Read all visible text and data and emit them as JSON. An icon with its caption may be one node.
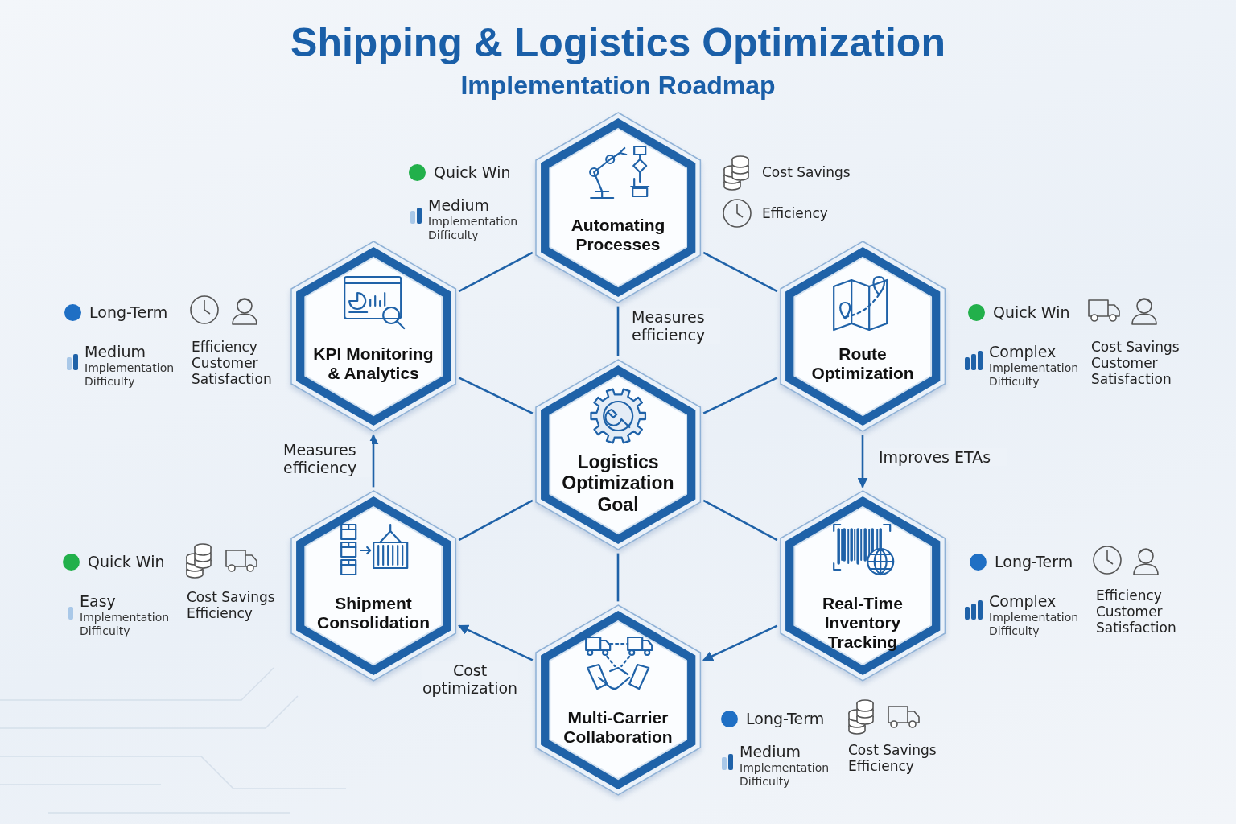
{
  "diagram": {
    "title": "Shipping & Logistics Optimization",
    "nodes": [
      {
        "text": [
          "Automating Processes"
        ],
        "beside": [
          "Quick Win",
          "Medium",
          "Implementation Difficulty",
          "Cost Savings",
          "Efficiency"
        ]
      },
      {
        "text": [
          "KPI Monitoring & Analytics"
        ],
        "beside": [
          "Long-Term",
          "Medium",
          "Implementation Difficulty",
          "Efficiency",
          "Customer Satisfaction"
        ]
      },
      {
        "text": [
          "Route Optimization"
        ],
        "beside": [
          "Quick Win",
          "Complex",
          "Implementation Difficulty",
          "Cost Savings",
          "Customer Satisfaction"
        ]
      },
      {
        "text": [
          "Logistics Optimization Goal"
        ]
      },
      {
        "text": [
          "Shipment Consolidation"
        ],
        "beside": [
          "Quick Win",
          "Easy",
          "Implementation Difficulty",
          "Cost Savings",
          "Efficiency"
        ]
      },
      {
        "text": [
          "Real-Time Inventory Tracking"
        ],
        "beside": [
          "Long-Term",
          "Complex",
          "Implementation Difficulty",
          "Efficiency",
          "Customer Satisfaction"
        ]
      },
      {
        "text": [
          "Multi-Carrier Collaboration"
        ],
        "beside": [
          "Long-Term",
          "Medium",
          "Implementation Difficulty",
          "Cost Savings",
          "Efficiency"
        ]
      }
    ],
    "edges": [
      {
        "from": 0,
        "to": 1,
        "arrow": "none"
      },
      {
        "from": 0,
        "to": 2,
        "arrow": "none"
      },
      {
        "from": 0,
        "to": 3,
        "arrow": "none",
        "label": "Measures efficiency"
      },
      {
        "from": 1,
        "to": 3,
        "arrow": "none"
      },
      {
        "from": 2,
        "to": 3,
        "arrow": "none"
      },
      {
        "from": 2,
        "to": 5,
        "arrow": "to",
        "label": "Improves ETAs"
      },
      {
        "from": 3,
        "to": 4,
        "arrow": "none"
      },
      {
        "from": 3,
        "to": 5,
        "arrow": "none"
      },
      {
        "from": 3,
        "to": 6,
        "arrow": "none"
      },
      {
        "from": 5,
        "to": 6,
        "arrow": "to"
      },
      {
        "from": 6,
        "to": 4,
        "arrow": "to",
        "label": "Cost optimization"
      },
      {
        "from": 4,
        "to": 1,
        "arrow": "to",
        "label": "Measures efficiency"
      }
    ],
    "labels": [
      "Implementation Roadmap"
    ]
  }
}
